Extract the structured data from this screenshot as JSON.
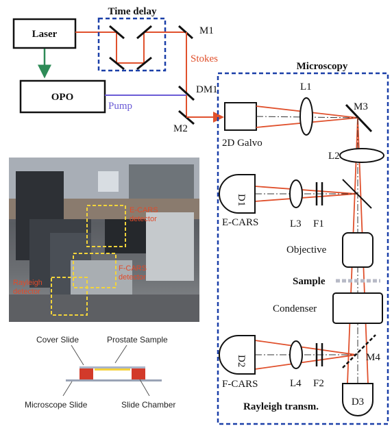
{
  "colors": {
    "beam": "#e0502c",
    "pump": "#6a5bd6",
    "frame": "#1a3fa8",
    "arrow_green": "#2e8b57",
    "yellow_box": "#f2d43b",
    "slide_red": "#d23a2a",
    "sample_yellow": "#f5d23c"
  },
  "labels": {
    "laser": "Laser",
    "opo": "OPO",
    "time_delay": "Time delay",
    "m1": "M1",
    "stokes": "Stokes",
    "dm1": "DM1",
    "pump": "Pump",
    "m2": "M2",
    "microscopy": "Microscopy",
    "galvo": "2D Galvo",
    "l1": "L1",
    "m3": "M3",
    "l2": "L2",
    "d1": "D1",
    "ecars": "E-CARS",
    "l3": "L3",
    "f1": "F1",
    "objective": "Objective",
    "sample": "Sample",
    "condenser": "Condenser",
    "d2": "D2",
    "fcars": "F-CARS",
    "l4": "L4",
    "f2": "F2",
    "m4": "M4",
    "d3": "D3",
    "rayleigh": "Rayleigh transm."
  },
  "photo": {
    "ecars_tag": "E-CARS\ndetector",
    "fcars_tag": "F-CARS\ndetector",
    "rayleigh_tag": "Rayleigh\ndetector"
  },
  "inset": {
    "cover_slide": "Cover Slide",
    "prostate_sample": "Prostate Sample",
    "microscope_slide": "Microscope Slide",
    "slide_chamber": "Slide Chamber"
  }
}
